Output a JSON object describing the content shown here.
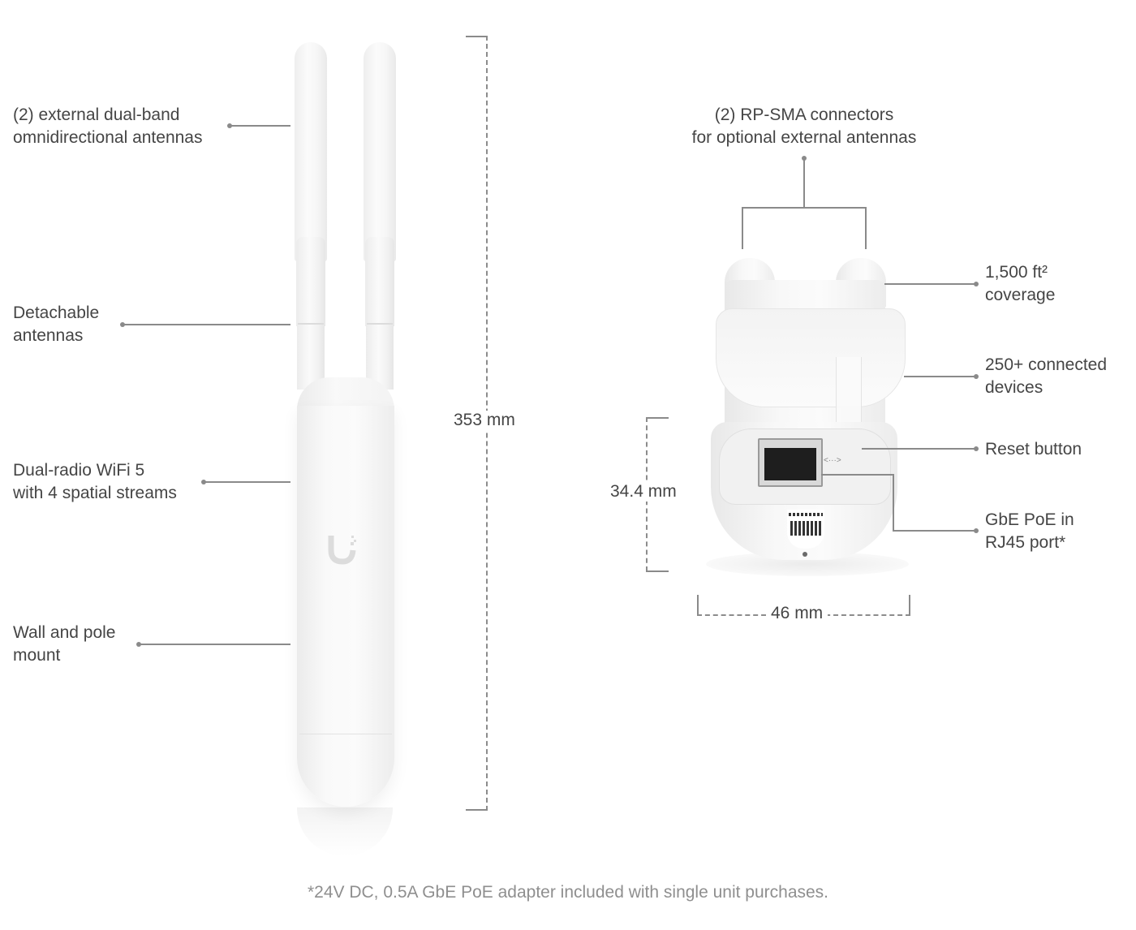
{
  "left_device": {
    "callouts": [
      {
        "id": "antennas",
        "text": "(2) external dual-band\nomnidirectional antennas"
      },
      {
        "id": "detachable",
        "text": "Detachable\nantennas"
      },
      {
        "id": "radio",
        "text": "Dual-radio WiFi 5\nwith 4 spatial streams"
      },
      {
        "id": "mount",
        "text": "Wall and pole\nmount"
      }
    ],
    "height_dimension": "353 mm",
    "logo_icon": "ubiquiti-u-logo"
  },
  "right_device": {
    "callouts": [
      {
        "id": "rpsma",
        "text": "(2) RP-SMA connectors\nfor optional external antennas"
      },
      {
        "id": "coverage",
        "text": "1,500 ft²\ncoverage"
      },
      {
        "id": "devices",
        "text": "250+ connected\ndevices"
      },
      {
        "id": "reset",
        "text": "Reset button"
      },
      {
        "id": "poe",
        "text": "GbE PoE in\nRJ45 port*"
      }
    ],
    "height_dimension": "34.4 mm",
    "width_dimension": "46 mm",
    "port_label": "<···>"
  },
  "footnote": "*24V DC, 0.5A GbE PoE adapter included with single unit purchases.",
  "colors": {
    "text": "#454545",
    "leader_line": "#8a8a8a",
    "footnote": "#8f8f8f",
    "background": "#ffffff"
  }
}
